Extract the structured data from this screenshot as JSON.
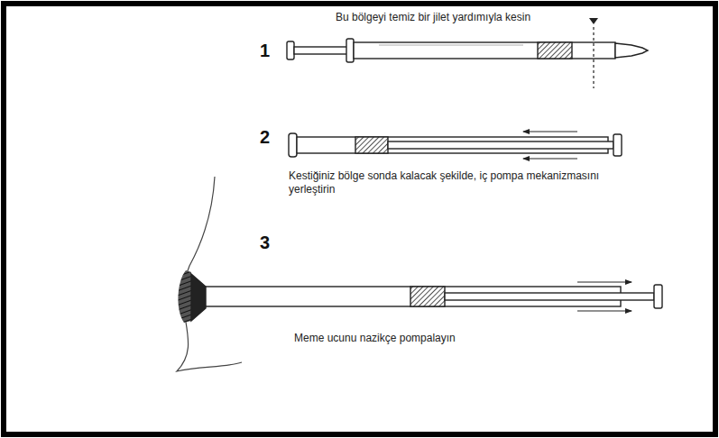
{
  "diagram": {
    "labels": [
      "1",
      "Bu bölgeyi temiz bir jilet yardımıyla kesin",
      "2",
      "Kestiğiniz bölge sonda kalacak şekilde, iç pompa mekanizmasını yerleştirin",
      "3",
      "Meme ucunu nazikçe pompalayın"
    ]
  }
}
